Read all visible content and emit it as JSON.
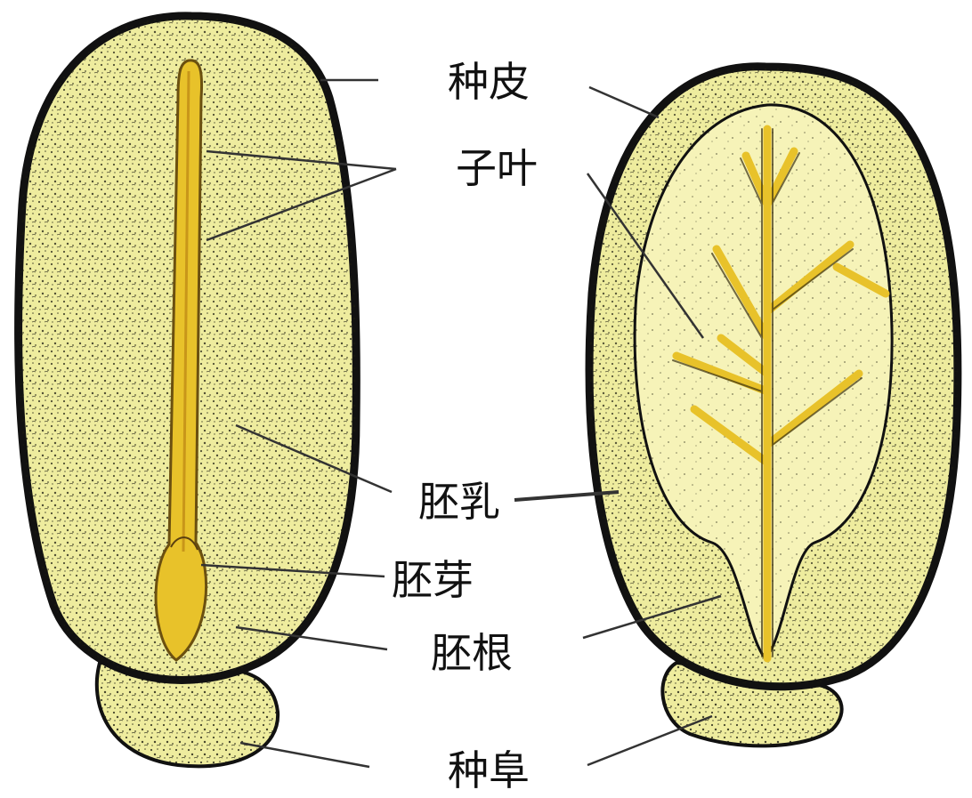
{
  "labels": {
    "seed_coat": "种皮",
    "cotyledon": "子叶",
    "endosperm": "胚乳",
    "plumule": "胚芽",
    "radicle": "胚根",
    "caruncle": "种阜"
  },
  "colors": {
    "seed_fill": "#eeec9e",
    "seed_light": "#f6f3b8",
    "seed_outline": "#111111",
    "stipple": "#1a1a10",
    "embryo_fill": "#e8c22a",
    "embryo_outline": "#6b5010",
    "leader_line": "#333333",
    "label_text": "#111111"
  }
}
